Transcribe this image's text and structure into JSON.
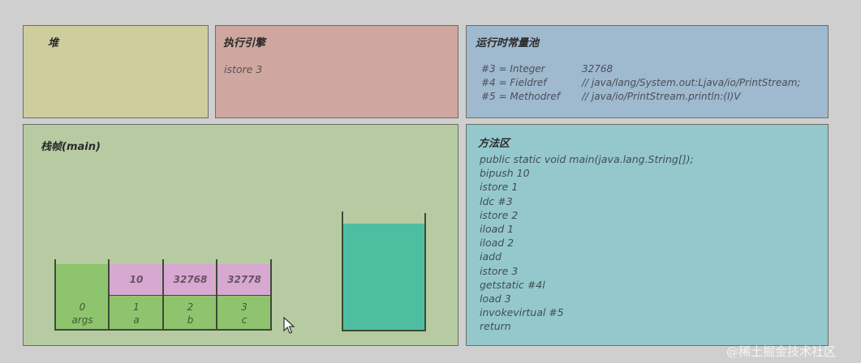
{
  "heap": {
    "title": "堆"
  },
  "engine": {
    "title": "执行引擎",
    "current_instruction": "istore 3"
  },
  "constant_pool": {
    "title": "运行时常量池",
    "entries": [
      {
        "ref": "#3 = Integer",
        "value": "32768"
      },
      {
        "ref": "#4 = Fieldref",
        "value": "// java/lang/System.out:Ljava/io/PrintStream;"
      },
      {
        "ref": "#5 = Methodref",
        "value": "// java/io/PrintStream.println:(I)V"
      }
    ]
  },
  "stack_frame": {
    "title": "栈帧(main)",
    "local_variables": [
      {
        "value": "",
        "index": "0",
        "name": "args"
      },
      {
        "value": "10",
        "index": "1",
        "name": "a"
      },
      {
        "value": "32768",
        "index": "2",
        "name": "b"
      },
      {
        "value": "32778",
        "index": "3",
        "name": "c"
      }
    ],
    "operand_stack": {
      "fill_color": "#4dbfa0"
    }
  },
  "method_area": {
    "title": "方法区",
    "lines": [
      "public static void main(java.lang.String[]);",
      "bipush 10",
      "istore 1",
      "ldc #3",
      "istore 2",
      "iload 1",
      "iload 2",
      "iadd",
      "istore 3",
      "getstatic #4l",
      "load 3",
      "invokevirtual #5",
      "return"
    ]
  },
  "watermark": "@稀土掘金技术社区"
}
